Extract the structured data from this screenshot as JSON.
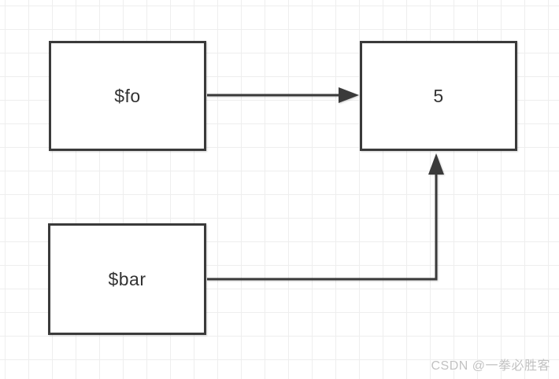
{
  "diagram": {
    "nodes": [
      {
        "id": "fo",
        "label": "$fo"
      },
      {
        "id": "value",
        "label": "5"
      },
      {
        "id": "bar",
        "label": "$bar"
      }
    ],
    "edges": [
      {
        "from": "$fo",
        "to": "5",
        "shape": "straight",
        "direction": "right"
      },
      {
        "from": "$bar",
        "to": "5",
        "shape": "elbow",
        "direction": "right-then-up"
      }
    ],
    "colors": {
      "node_border": "#3a3a3a",
      "node_fill": "#ffffff",
      "edge": "#3a3a3a",
      "label_text": "#333333",
      "grid_line": "#eeeeee",
      "canvas_bg": "#ffffff"
    }
  },
  "watermark": {
    "text": "CSDN @一拳必胜客",
    "color": "#c2c2c2"
  }
}
